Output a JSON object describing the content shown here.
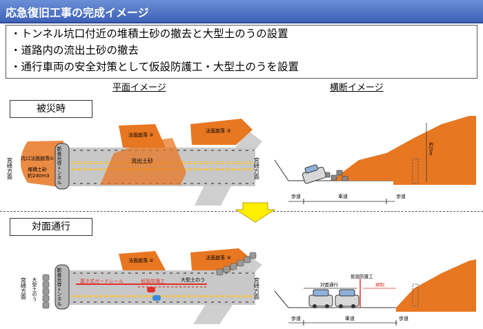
{
  "header": {
    "title": "応急復旧工事の完成イメージ"
  },
  "bullets": [
    "・トンネル坑口付近の堆積土砂の撤去と大型土のうの設置",
    "・道路内の流出土砂の撤去",
    "・通行車両の安全対策として仮設防護工・大型土のうを設置"
  ],
  "headings": {
    "plan": "平面イメージ",
    "cross": "横断イメージ"
  },
  "stages": {
    "before": "被災時",
    "after": "対面通行"
  },
  "plan_before": {
    "tunnel": "新善光寺トンネル",
    "portal": "坑口法面崩落①",
    "collapse_2": "法面崩落\n②",
    "collapse_3": "法面崩落\n③",
    "sediment": "流出土砂",
    "volume_1": "堆積土砂",
    "volume_2": "約240m3",
    "left_dir": "宮崎方面",
    "right_dir": "宮崎方面 "
  },
  "plan_after": {
    "tunnel": "新善光寺トンネル",
    "guardrail": "置き式ガードレール",
    "fence": "仮設防護工",
    "bags_right": "大型土のう",
    "bags_left": "大型土のう",
    "collapse_2": "法面崩落\n②",
    "collapse_3": "法面崩落\n③",
    "left_dir": "宮崎方面",
    "right_dir": "宮崎方面 "
  },
  "cross_before": {
    "sidewalk_l": "歩道",
    "road": "車道",
    "sidewalk_r": "歩道",
    "height": "約25m"
  },
  "cross_after": {
    "sidewalk_l": "歩道",
    "road": "車道",
    "sidewalk_r": "歩道",
    "two_way": "対面通行",
    "restricted": "規制",
    "fence": "仮設防護工"
  },
  "colors": {
    "soil": "#e87722",
    "soil_dark": "#c25a12",
    "road": "#c8c8c8",
    "header": "#4a6fc4"
  }
}
